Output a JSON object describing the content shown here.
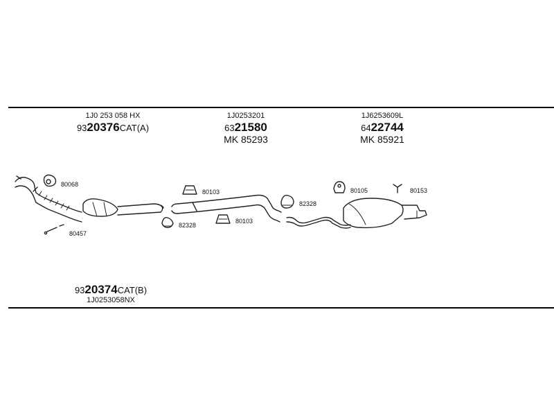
{
  "groups": [
    {
      "oem": "1J0 253 058 HX",
      "num_prefix": "93",
      "num_main": "20376",
      "num_suffix": "CAT(A)",
      "mk": ""
    },
    {
      "oem": "1J0253201",
      "num_prefix": "63",
      "num_main": "21580",
      "num_suffix": "",
      "mk": "MK 85293"
    },
    {
      "oem": "1J6253609L",
      "num_prefix": "64",
      "num_main": "22744",
      "num_suffix": "",
      "mk": "MK 85921"
    }
  ],
  "bottom_group": {
    "num_prefix": "93",
    "num_main": "20374",
    "num_suffix": "CAT(B)",
    "oem": "1J0253058NX"
  },
  "parts": {
    "gasket_front": "80068",
    "bolt_front": "80457",
    "mount_a": "80103",
    "clamp_a": "82328",
    "mount_b": "80103",
    "clamp_b": "82328",
    "hanger_a": "80105",
    "hanger_b": "80153"
  }
}
